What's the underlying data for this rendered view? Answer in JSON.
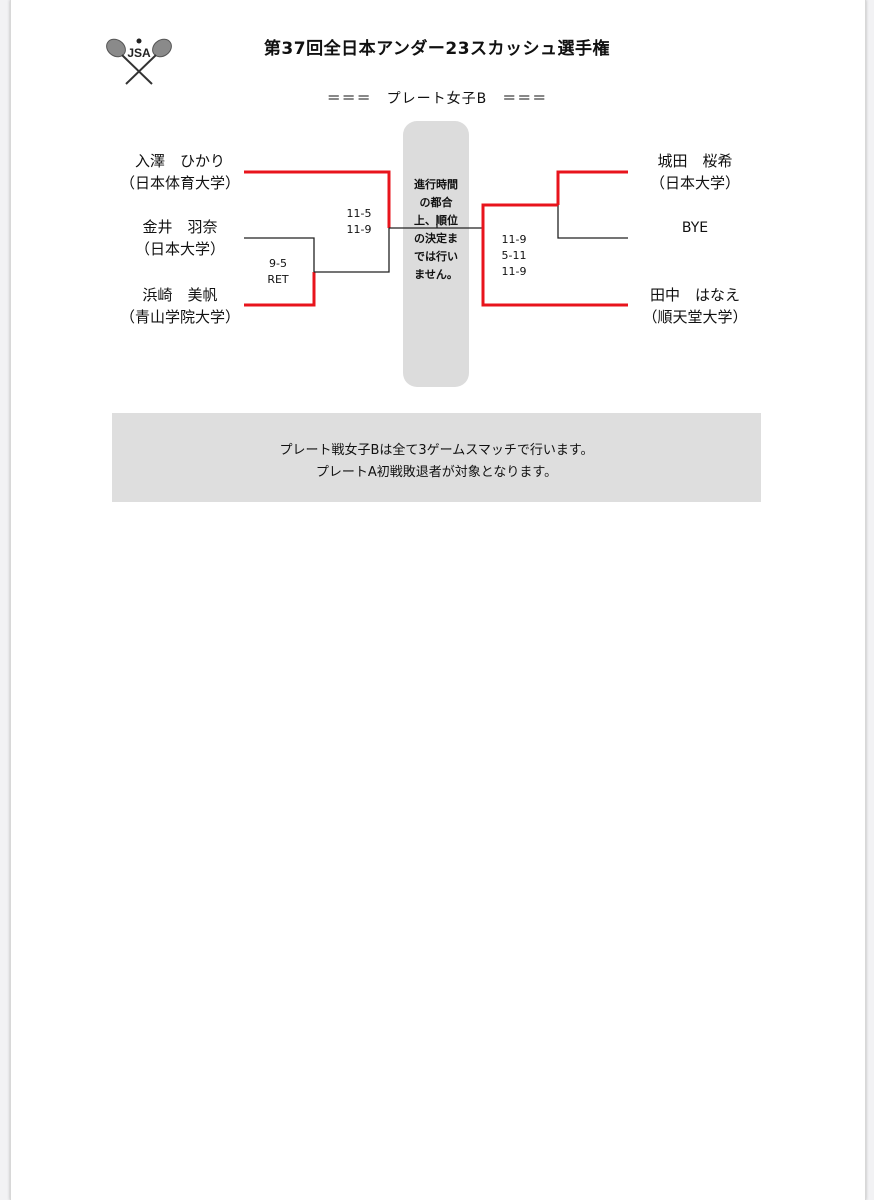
{
  "header": {
    "title": "第37回全日本アンダー23スカッシュ選手権",
    "subtitle": "＝＝＝　プレート女子B　＝＝＝",
    "logo_text": "JSA"
  },
  "players_left": [
    {
      "name": "入澤　ひかり",
      "affiliation": "（日本体育大学）"
    },
    {
      "name": "金井　羽奈",
      "affiliation": "（日本大学）"
    },
    {
      "name": "浜崎　美帆",
      "affiliation": "（青山学院大学）"
    }
  ],
  "players_right": [
    {
      "name": "城田　桜希",
      "affiliation": "（日本大学）"
    },
    {
      "name": "BYE",
      "affiliation": ""
    },
    {
      "name": "田中　はなえ",
      "affiliation": "（順天堂大学）"
    }
  ],
  "scores": {
    "left_first_round": [
      "9-5",
      "RET"
    ],
    "left_semi": [
      "11-5",
      "11-9"
    ],
    "right_semi": [
      "11-9",
      "5-11",
      "11-9"
    ]
  },
  "notice": "進行時間の都合上、順位の決定までは行いません。",
  "info": {
    "line1": "プレート戦女子Bは全て3ゲームスマッチで行います。",
    "line2": "プレートA初戦敗退者が対象となります。"
  },
  "colors": {
    "winner_line": "#e8141c",
    "loser_line": "#222222",
    "info_box": "#dedede",
    "notice_box": "#dcdcdc"
  }
}
